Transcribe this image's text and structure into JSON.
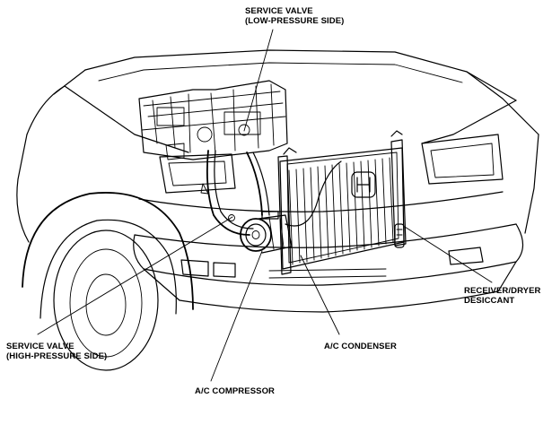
{
  "labels": {
    "service_valve_low": {
      "line1": "SERVICE VALVE",
      "line2": "(LOW-PRESSURE SIDE)"
    },
    "service_valve_high": {
      "line1": "SERVICE VALVE",
      "line2": "(HIGH-PRESSURE SIDE)"
    },
    "receiver_dryer": {
      "line1": "RECEIVER/DRYER",
      "line2": "DESICCANT"
    },
    "condenser": {
      "line1": "A/C CONDENSER"
    },
    "compressor": {
      "line1": "A/C COMPRESSOR"
    }
  }
}
